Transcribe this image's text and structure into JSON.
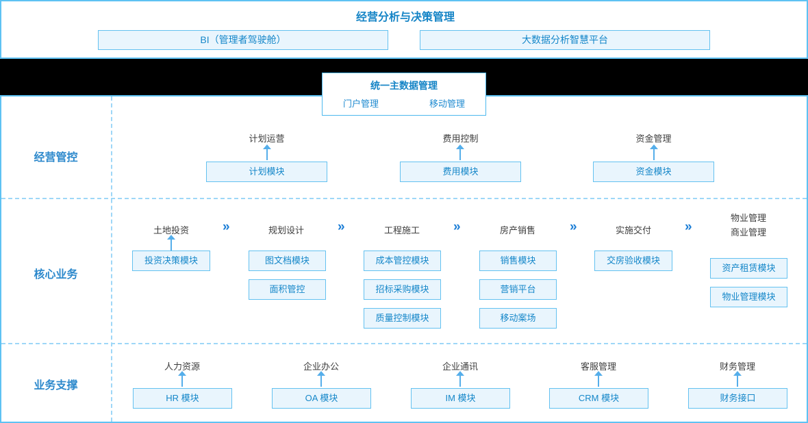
{
  "colors": {
    "accent_blue": "#1584c6",
    "box_fill": "#e9f5fd",
    "box_border": "#63c1f0",
    "outer_border": "#5ec2f3",
    "dashed_line": "#9ed7f7",
    "arrow_blue": "#55aeea",
    "chevron_blue": "#1c7ed6",
    "stage_text": "#3d3d3d",
    "band_black": "#000000"
  },
  "top": {
    "title": "经营分析与决策管理",
    "boxes": [
      {
        "label": "BI（管理者驾驶舱）"
      },
      {
        "label": "大数据分析智慧平台"
      }
    ]
  },
  "master_data": {
    "title": "统一主数据管理",
    "items": [
      {
        "label": "门户管理"
      },
      {
        "label": "移动管理"
      }
    ]
  },
  "rows": [
    {
      "label": "经营管控"
    },
    {
      "label": "核心业务"
    },
    {
      "label": "业务支撑"
    }
  ],
  "management": {
    "columns": [
      {
        "label": "计划运营",
        "module": "计划模块"
      },
      {
        "label": "费用控制",
        "module": "费用模块"
      },
      {
        "label": "资金管理",
        "module": "资金模块"
      }
    ]
  },
  "core": {
    "chevron": "»",
    "stages": [
      {
        "label": "土地投资",
        "modules": [
          "投资决策模块"
        ]
      },
      {
        "label": "规划设计",
        "modules": [
          "图文档模块",
          "面积管控"
        ]
      },
      {
        "label": "工程施工",
        "modules": [
          "成本管控模块",
          "招标采购模块",
          "质量控制模块"
        ]
      },
      {
        "label": "房产销售",
        "modules": [
          "销售模块",
          "营销平台",
          "移动案场"
        ]
      },
      {
        "label": "实施交付",
        "modules": [
          "交房验收模块"
        ]
      },
      {
        "label": "物业管理",
        "label2": "商业管理",
        "modules": [
          "资产租赁模块",
          "物业管理模块"
        ]
      }
    ]
  },
  "support": {
    "columns": [
      {
        "label": "人力资源",
        "module": "HR 模块"
      },
      {
        "label": "企业办公",
        "module": "OA 模块"
      },
      {
        "label": "企业通讯",
        "module": "IM 模块"
      },
      {
        "label": "客服管理",
        "module": "CRM 模块"
      },
      {
        "label": "财务管理",
        "module": "财务接口"
      }
    ]
  }
}
